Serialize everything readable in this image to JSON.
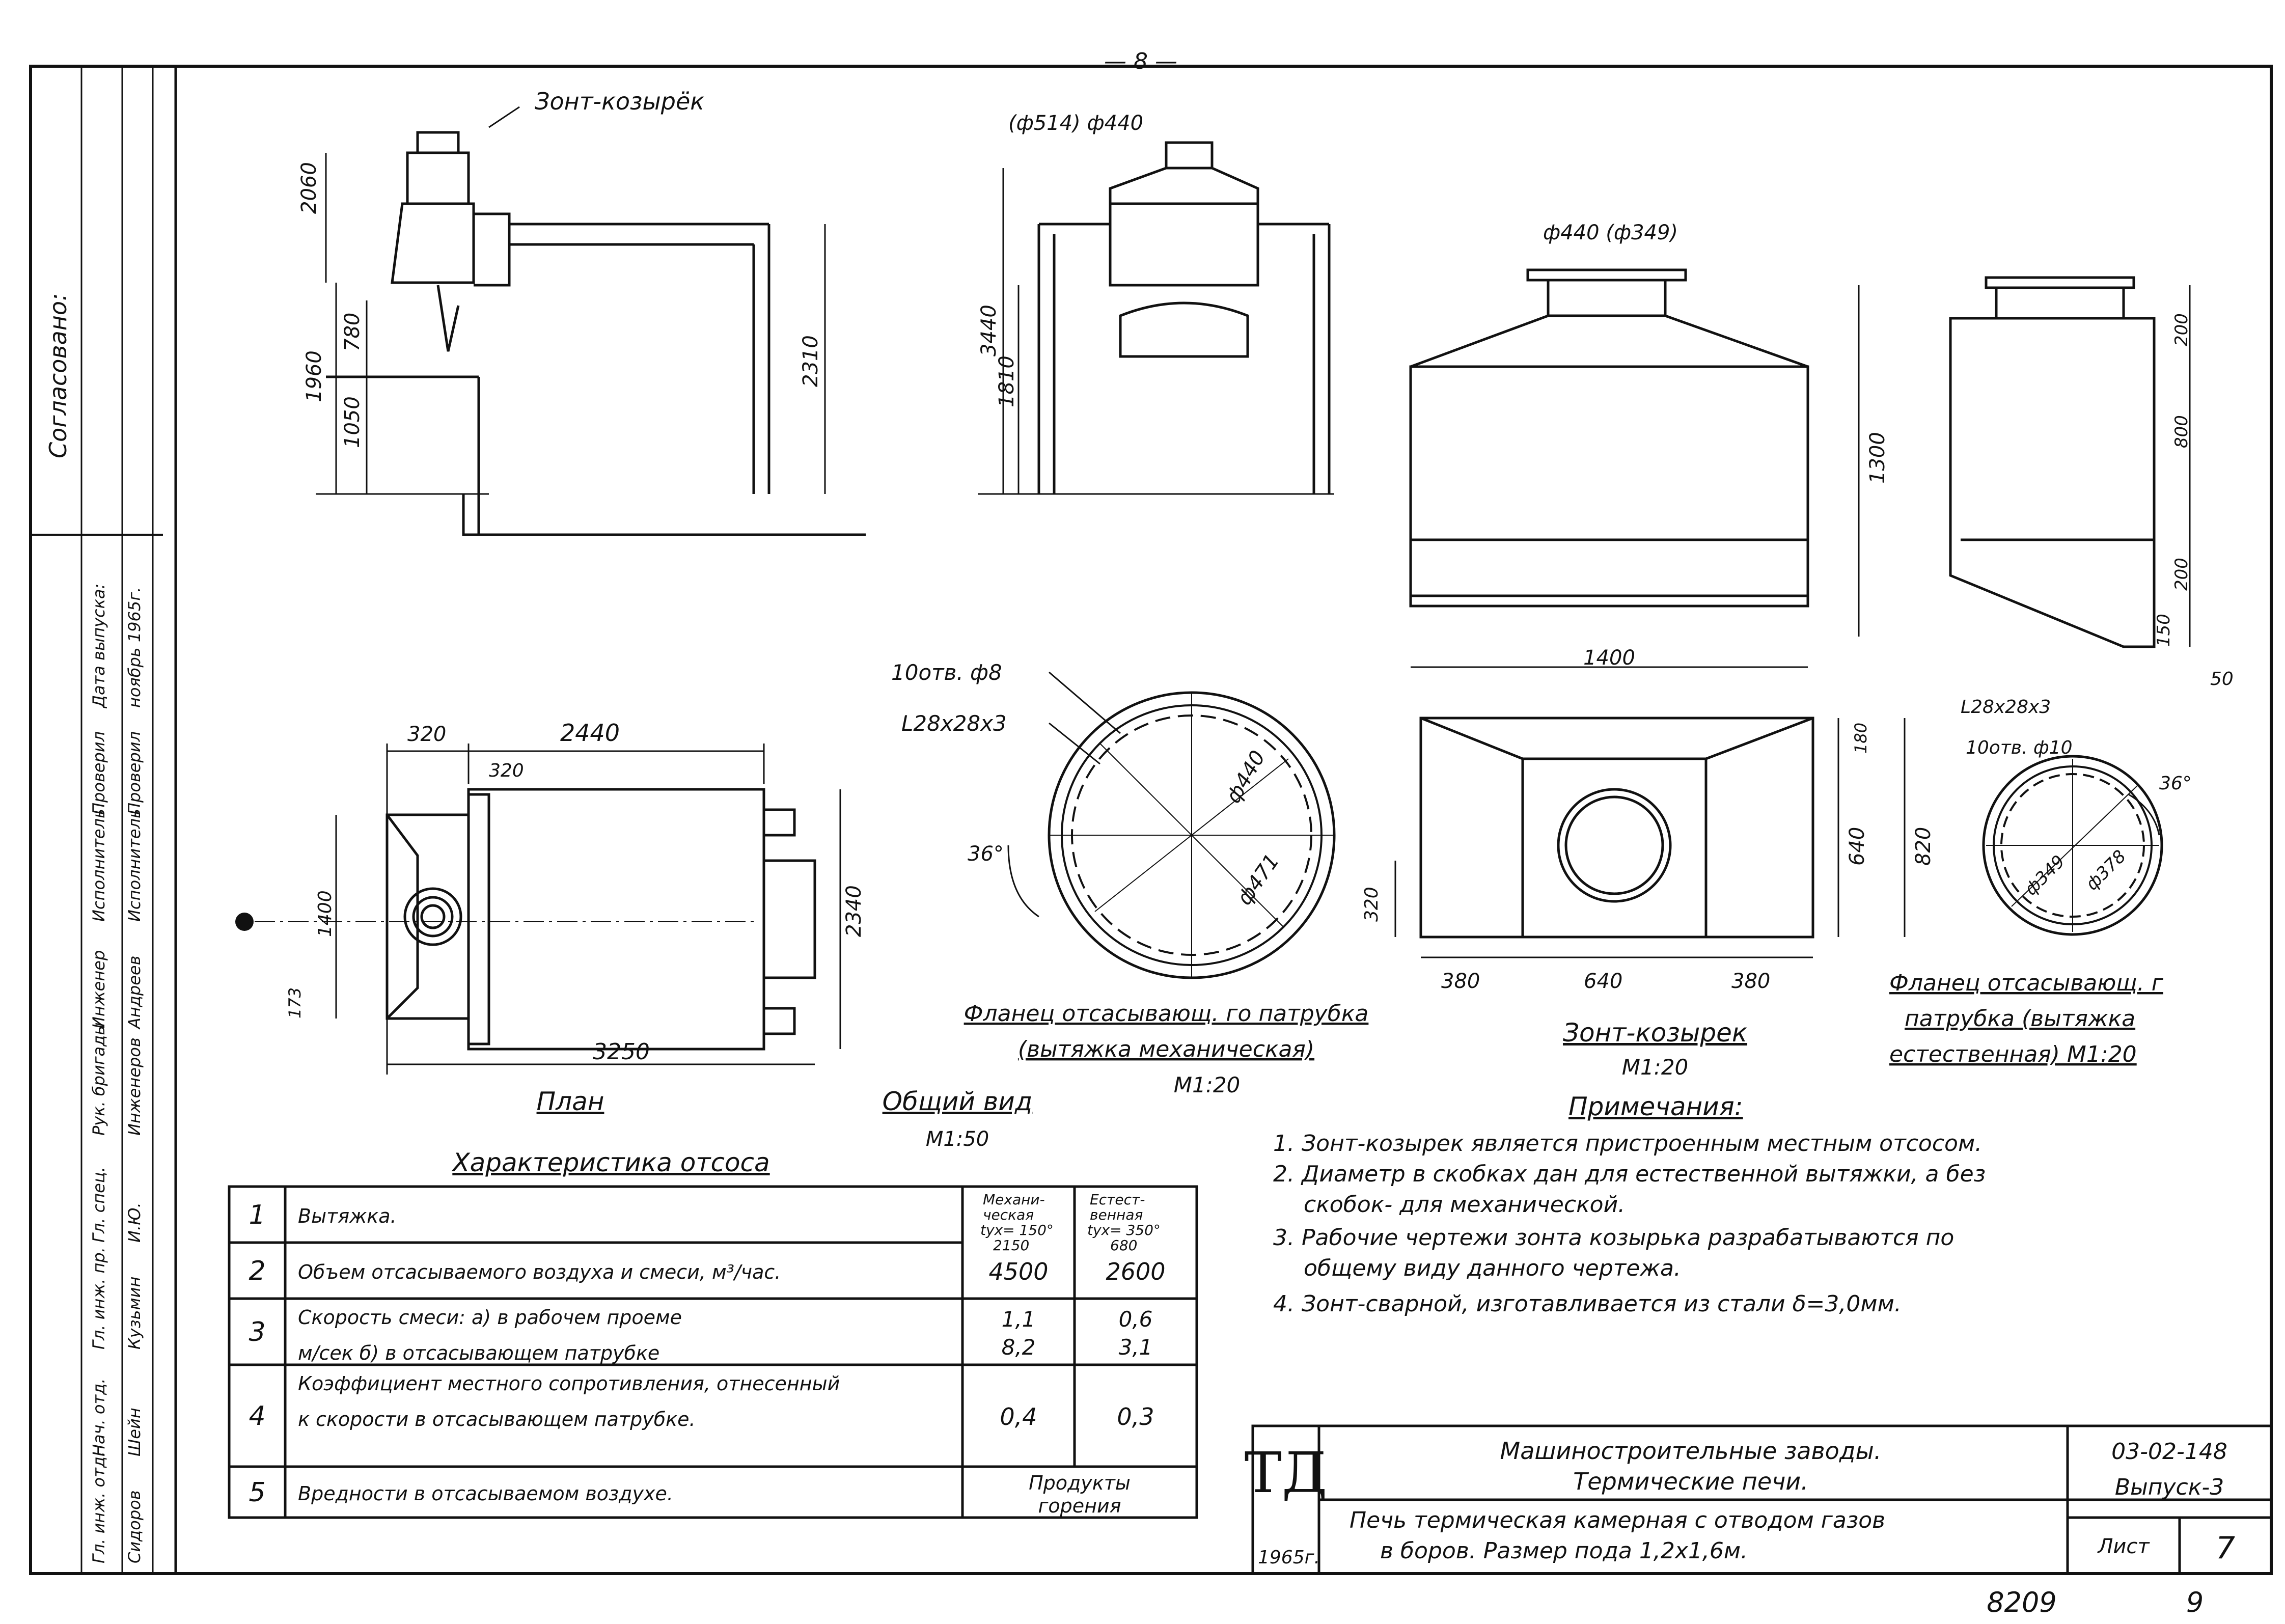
{
  "sheet": {
    "page_number": "— 8 —",
    "bottom_number": "8209",
    "bottom_page": "9"
  },
  "views": {
    "umbrella_label": "Зонт-козырёк",
    "side_dims": [
      "2060",
      "1960",
      "780",
      "1050",
      "2310"
    ],
    "front_dims": [
      "(ф514) ф440",
      "3440",
      "1810"
    ],
    "hood_front": {
      "dia": "ф440 (ф349)",
      "height": "1300",
      "width": "1400"
    },
    "hood_side": {
      "dims": [
        "200",
        "800",
        "200",
        "150"
      ],
      "offset": "50"
    },
    "plan": {
      "title": "План",
      "dims": [
        "320",
        "2440",
        "320",
        "1400",
        "2340",
        "173",
        "3250"
      ]
    },
    "general_title": "Общий вид",
    "general_scale": "М1:50",
    "flange_mech": {
      "holes": "10отв. ф8",
      "angle": "L28x28x3",
      "deg": "36°",
      "d1": "ф440",
      "d2": "ф471",
      "title1": "Фланец отсасывающ. го патрубка",
      "title2": "(вытяжка механическая)",
      "scale": "М1:20"
    },
    "hood_plan": {
      "dims_h": [
        "380",
        "640",
        "380"
      ],
      "dims_v": [
        "180",
        "640",
        "820",
        "320"
      ],
      "title": "Зонт-козырек",
      "scale": "М1:20"
    },
    "flange_nat": {
      "angle": "L28x28x3",
      "holes": "10отв. ф10",
      "deg": "36°",
      "d1": "ф349",
      "d2": "ф378",
      "title1": "Фланец отсасывающ. г",
      "title2": "патрубка (вытяжка",
      "title3": "естественная) М1:20"
    }
  },
  "notes": {
    "title": "Примечания:",
    "items": [
      "1. Зонт-козырек является пристроенным местным отсосом.",
      "2. Диаметр в скобках дан для естественной вытяжки, а без",
      "скобок- для механической.",
      "3. Рабочие чертежи зонта козырька разрабатываются по",
      "общему виду данного чертежа.",
      "4. Зонт-сварной, изготавливается из стали δ=3,0мм."
    ]
  },
  "characteristics": {
    "title": "Характеристика отсоса",
    "header_mech": [
      "Механи-",
      "ческая",
      "tух= 150°",
      "2150"
    ],
    "header_nat": [
      "Естест-",
      "венная",
      "tух= 350°",
      "680"
    ],
    "rows": [
      {
        "n": "1",
        "label": [
          "Вытяжка."
        ],
        "mech": "",
        "nat": ""
      },
      {
        "n": "2",
        "label": [
          "Объем отсасываемого воздуха и смеси, м³/час."
        ],
        "mech": "4500",
        "nat": "2600"
      },
      {
        "n": "3",
        "label": [
          "Скорость смеси: а) в рабочем проеме",
          "м/сек       б) в отсасывающем патрубке"
        ],
        "mech": "1,1",
        "mech2": "8,2",
        "nat": "0,6",
        "nat2": "3,1"
      },
      {
        "n": "4",
        "label": [
          "Коэффициент местного сопротивления, отнесенный",
          "к скорости в отсасывающем патрубке."
        ],
        "mech": "0,4",
        "nat": "0,3"
      },
      {
        "n": "5",
        "label": [
          "Вредности в отсасываемом воздухе."
        ],
        "merged": [
          "Продукты",
          "горения"
        ]
      }
    ]
  },
  "title_block": {
    "logo": "ТД",
    "line1": "Машиностроительные заводы.",
    "line2": "Термические печи.",
    "line3": "Печь термическая камерная с отводом газов",
    "line4": "в боров. Размер пода 1,2х1,6м.",
    "year": "1965г.",
    "code": "03-02-148",
    "issue": "Выпуск-3",
    "sheet_label": "Лист",
    "sheet_no": "7"
  },
  "left_strip": {
    "agreed": "Согласовано:",
    "columns": [
      [
        "Гл. инж. отд.",
        "Нач. отд.",
        "Гл. инж. пр.",
        "Гл. спец.",
        "Рук. бригады",
        "Инженер",
        "Исполнитель",
        "Проверил",
        "Дата выпуска:"
      ],
      [
        "Сидоров",
        "Шейн",
        "Кузьмин",
        "И.Ю.",
        "Инженеров",
        "Андреев",
        "Исполнитель",
        "Проверил",
        "ноябрь 1965г."
      ]
    ]
  }
}
